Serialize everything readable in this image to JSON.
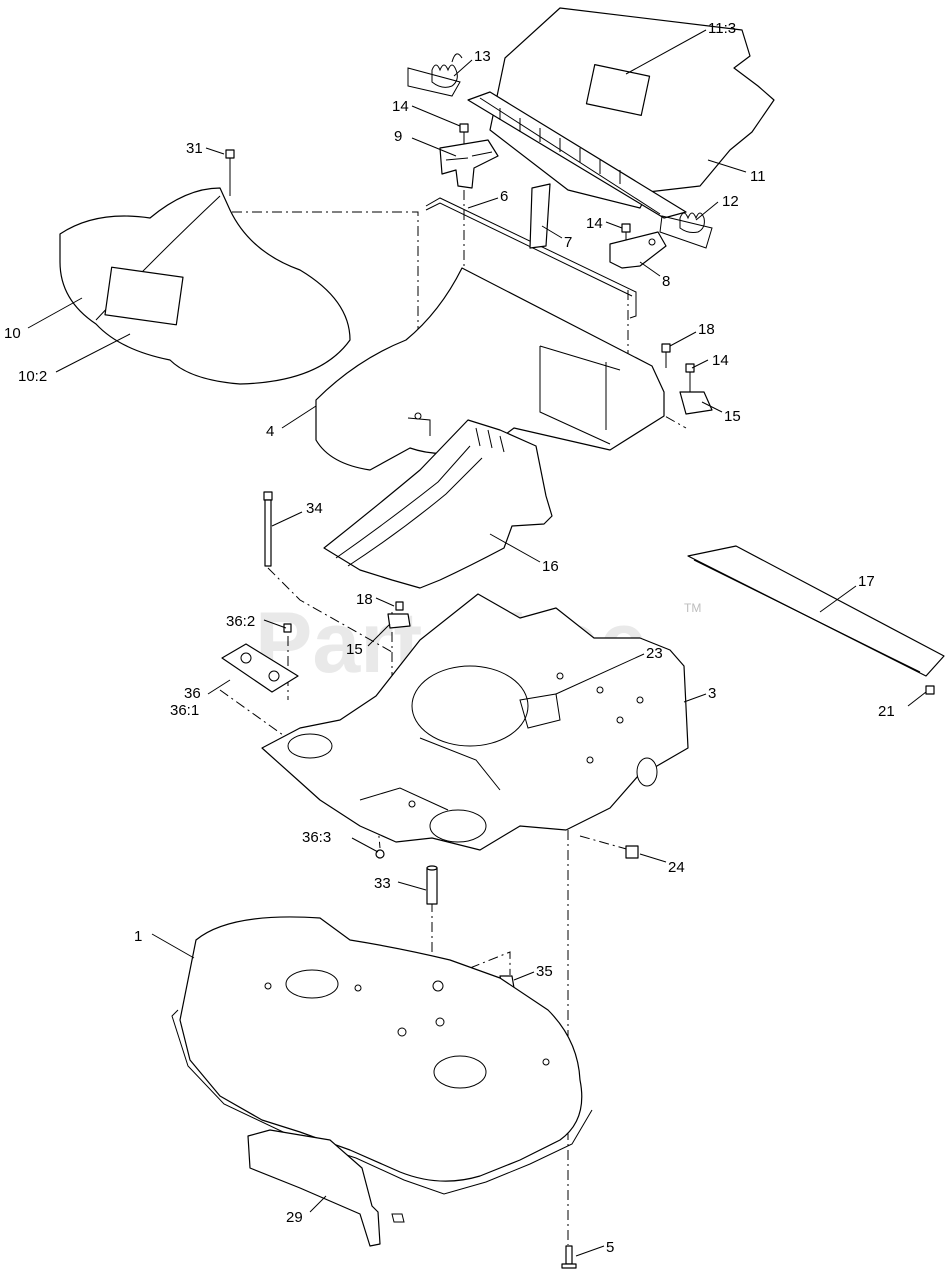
{
  "watermark": {
    "text": "PartsTree",
    "trademark": "TM"
  },
  "callouts": [
    {
      "key": "c13",
      "label": "13"
    },
    {
      "key": "c11_3",
      "label": "11:3"
    },
    {
      "key": "c14a",
      "label": "14"
    },
    {
      "key": "c9",
      "label": "9"
    },
    {
      "key": "c31",
      "label": "31"
    },
    {
      "key": "c11",
      "label": "11"
    },
    {
      "key": "c6",
      "label": "6"
    },
    {
      "key": "c12",
      "label": "12"
    },
    {
      "key": "c14b",
      "label": "14"
    },
    {
      "key": "c7",
      "label": "7"
    },
    {
      "key": "c8",
      "label": "8"
    },
    {
      "key": "c10",
      "label": "10"
    },
    {
      "key": "c18a",
      "label": "18"
    },
    {
      "key": "c14c",
      "label": "14"
    },
    {
      "key": "c10_2",
      "label": "10:2"
    },
    {
      "key": "c15a",
      "label": "15"
    },
    {
      "key": "c4",
      "label": "4"
    },
    {
      "key": "c34",
      "label": "34"
    },
    {
      "key": "c16",
      "label": "16"
    },
    {
      "key": "c17",
      "label": "17"
    },
    {
      "key": "c18b",
      "label": "18"
    },
    {
      "key": "c36_2",
      "label": "36:2"
    },
    {
      "key": "c15b",
      "label": "15"
    },
    {
      "key": "c23",
      "label": "23"
    },
    {
      "key": "c36",
      "label": "36"
    },
    {
      "key": "c36_1",
      "label": "36:1"
    },
    {
      "key": "c3",
      "label": "3"
    },
    {
      "key": "c21",
      "label": "21"
    },
    {
      "key": "c36_3",
      "label": "36:3"
    },
    {
      "key": "c24",
      "label": "24"
    },
    {
      "key": "c33",
      "label": "33"
    },
    {
      "key": "c1",
      "label": "1"
    },
    {
      "key": "c35",
      "label": "35"
    },
    {
      "key": "c29",
      "label": "29"
    },
    {
      "key": "c5",
      "label": "5"
    }
  ]
}
